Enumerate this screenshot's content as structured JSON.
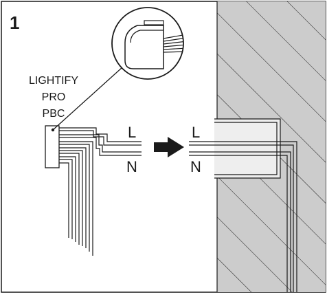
{
  "figure": {
    "step_number": "1",
    "device_label_lines": [
      "LIGHTIFY",
      "PRO",
      "PBC"
    ],
    "left_wire_labels": {
      "live": "L",
      "neutral": "N"
    },
    "right_wire_labels": {
      "live": "L",
      "neutral": "N"
    }
  },
  "colors": {
    "line": "#1a1a1a",
    "wall_fill": "#cccccc",
    "box_fill": "#eeeeee",
    "background": "#ffffff"
  },
  "icons": {
    "arrow": "right-arrow-icon",
    "device_zoom": "magnifier-callout"
  }
}
